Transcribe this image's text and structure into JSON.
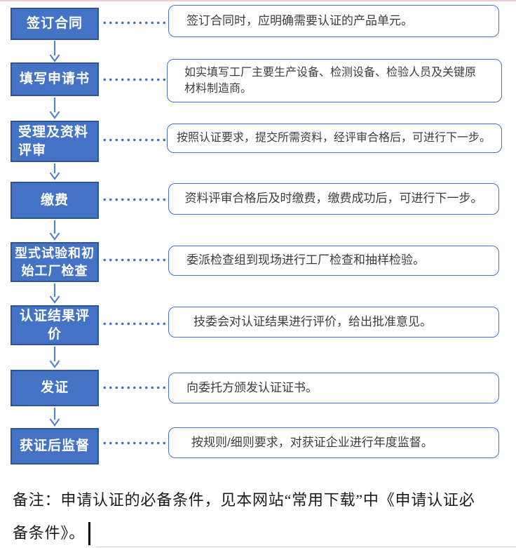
{
  "flow": {
    "steps": [
      {
        "label": "签订合同",
        "description": "签订合同时，应明确需要认证的产品单元。"
      },
      {
        "label": "填写申请书",
        "description": "如实填写工厂主要生产设备、检测设备、检验人员及关键原\n材料制造商。"
      },
      {
        "label": "受理及资料\n评审",
        "description": "按照认证要求，提交所需资料，经评审合格后，可进行下一步。"
      },
      {
        "label": "缴费",
        "description": "资料评审合格后及时缴费，缴费成功后，可进行下一步。"
      },
      {
        "label": "型式试验和初\n始工厂检查",
        "description": "委派检查组到现场进行工厂检查和抽样检验。"
      },
      {
        "label": "认证结果评\n价",
        "description": "技委会对认证结果进行评价，给出批准意见。"
      },
      {
        "label": "发证",
        "description": "向委托方颁发认证证书。"
      },
      {
        "label": "获证后监督",
        "description": "按规则/细则要求，对获证企业进行年度监督。"
      }
    ]
  },
  "note": {
    "lines": [
      "备注：申请认证的必备条件，见本网站“常用下载”中《申请认证必",
      "备条件》。"
    ]
  },
  "colors": {
    "step_fill": "#4472C4",
    "step_border": "#2F5597",
    "callout_border": "#4472C4",
    "connector_dot": "#4472C4",
    "arrow": "#5585D2",
    "top_strip": "#f3ccd3"
  }
}
